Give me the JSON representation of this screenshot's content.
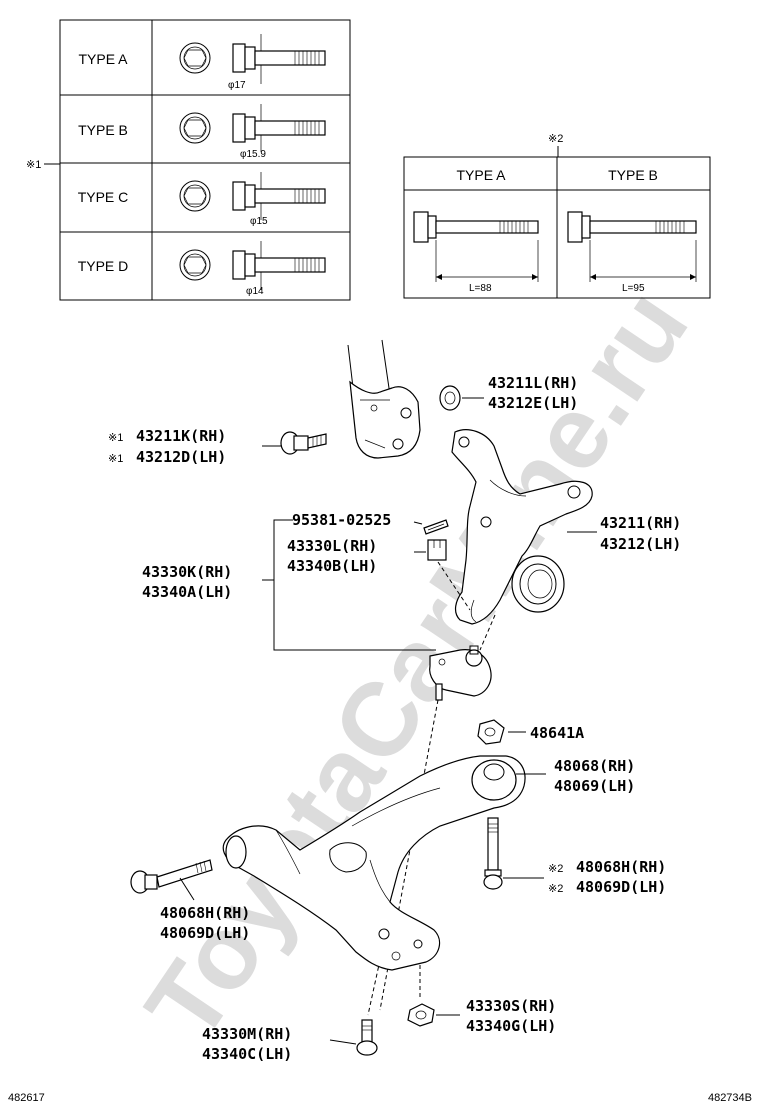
{
  "bolt_types_table": {
    "ref_mark": "※1",
    "rows": [
      {
        "type": "TYPE A",
        "diameter": "φ17"
      },
      {
        "type": "TYPE B",
        "diameter": "φ15.9"
      },
      {
        "type": "TYPE C",
        "diameter": "φ15"
      },
      {
        "type": "TYPE D",
        "diameter": "φ14"
      }
    ]
  },
  "bolt_length_table": {
    "ref_mark": "※2",
    "columns": [
      {
        "type": "TYPE A",
        "length": "L=88"
      },
      {
        "type": "TYPE B",
        "length": "L=95"
      }
    ]
  },
  "callouts": {
    "c43211L": {
      "line1": "43211L(RH)",
      "line2": "43212E(LH)"
    },
    "c43211K": {
      "ref": "※1",
      "line1": "43211K(RH)",
      "line2": "43212D(LH)"
    },
    "c95381": {
      "line1": "95381-02525"
    },
    "c43330L": {
      "line1": "43330L(RH)",
      "line2": "43340B(LH)"
    },
    "c43330K": {
      "line1": "43330K(RH)",
      "line2": "43340A(LH)"
    },
    "c43211": {
      "line1": "43211(RH)",
      "line2": "43212(LH)"
    },
    "c48641A": {
      "line1": "48641A"
    },
    "c48068": {
      "line1": "48068(RH)",
      "line2": "48069(LH)"
    },
    "c48068H_right": {
      "ref": "※2",
      "line1": "48068H(RH)",
      "line2": "48069D(LH)"
    },
    "c48068H_left": {
      "line1": "48068H(RH)",
      "line2": "48069D(LH)"
    },
    "c43330S": {
      "line1": "43330S(RH)",
      "line2": "43340G(LH)"
    },
    "c43330M": {
      "line1": "43330M(RH)",
      "line2": "43340C(LH)"
    }
  },
  "footer": {
    "left_code": "482617",
    "right_code": "482734B"
  },
  "watermark": {
    "text": "ToyotaCarMine.ru",
    "color": "#dcdcdc"
  }
}
